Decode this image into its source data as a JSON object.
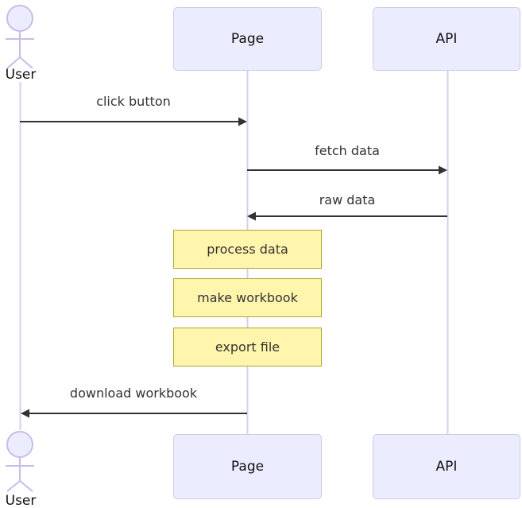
{
  "diagram": {
    "type": "sequence-diagram",
    "actor": {
      "label": "User"
    },
    "participants": [
      {
        "label": "Page"
      },
      {
        "label": "API"
      }
    ],
    "messages": [
      {
        "from": "User",
        "to": "Page",
        "label": "click button",
        "arrow": "solid-filled-right"
      },
      {
        "from": "Page",
        "to": "API",
        "label": "fetch data",
        "arrow": "solid-filled-right"
      },
      {
        "from": "API",
        "to": "Page",
        "label": "raw data",
        "arrow": "solid-filled-left"
      },
      {
        "from": "Page",
        "to": "User",
        "label": "download workbook",
        "arrow": "solid-filled-left"
      }
    ],
    "notes": [
      {
        "over": "Page",
        "label": "process data"
      },
      {
        "over": "Page",
        "label": "make workbook"
      },
      {
        "over": "Page",
        "label": "export file"
      }
    ],
    "colors": {
      "participant_fill": "#ECECFF",
      "participant_border": "#CCCCE6",
      "note_fill": "#FFF5AD",
      "note_border": "#AAAA33",
      "message_line": "#333333",
      "text": "#333333",
      "actor_stroke": "#C9BCE8",
      "lifeline": "#D8CFEC"
    }
  }
}
